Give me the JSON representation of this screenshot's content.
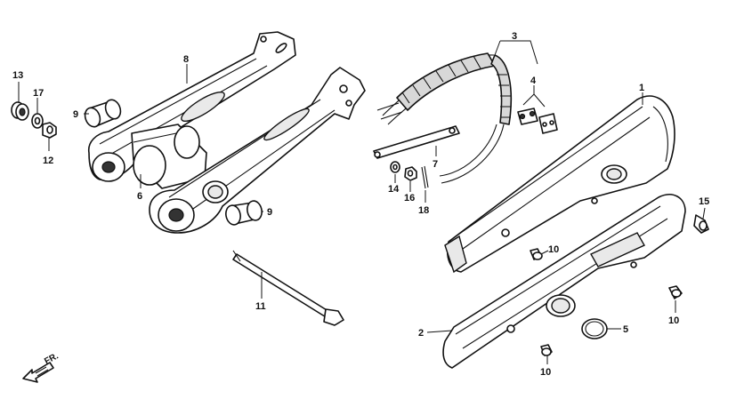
{
  "diagram": {
    "direction_label": "FR.",
    "direction_icon": "arrow-down-left-icon",
    "callouts": [
      {
        "id": "c1",
        "text": "1"
      },
      {
        "id": "c2",
        "text": "2"
      },
      {
        "id": "c3",
        "text": "3"
      },
      {
        "id": "c4",
        "text": "4"
      },
      {
        "id": "c5",
        "text": "5"
      },
      {
        "id": "c6",
        "text": "6"
      },
      {
        "id": "c7",
        "text": "7"
      },
      {
        "id": "c8",
        "text": "8"
      },
      {
        "id": "c9a",
        "text": "9"
      },
      {
        "id": "c9b",
        "text": "9"
      },
      {
        "id": "c10a",
        "text": "10"
      },
      {
        "id": "c10b",
        "text": "10"
      },
      {
        "id": "c10c",
        "text": "10"
      },
      {
        "id": "c11",
        "text": "11"
      },
      {
        "id": "c12",
        "text": "12"
      },
      {
        "id": "c13",
        "text": "13"
      },
      {
        "id": "c14",
        "text": "14"
      },
      {
        "id": "c15",
        "text": "15"
      },
      {
        "id": "c16",
        "text": "16"
      },
      {
        "id": "c17",
        "text": "17"
      },
      {
        "id": "c18",
        "text": "18"
      }
    ]
  }
}
